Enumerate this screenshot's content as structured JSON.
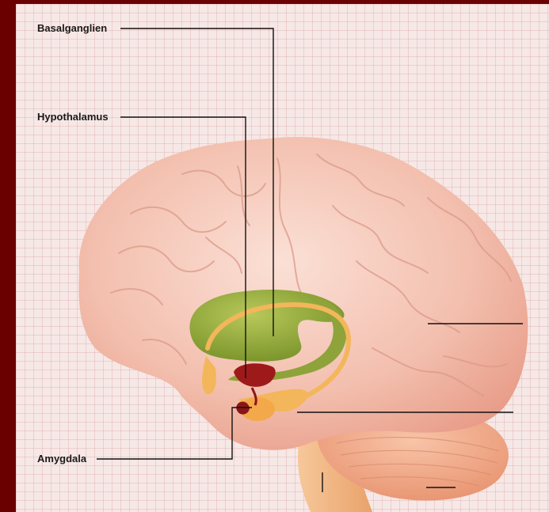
{
  "labels": {
    "basalganglien": "Basalganglien",
    "hypothalamus": "Hypothalamus",
    "amygdala": "Amygdala"
  },
  "colors": {
    "border": "#6b0000",
    "brain": "#f2b9a6",
    "limbic_green": "#8ea33a",
    "limbic_yellow": "#f3b65a",
    "hypothalamus_red": "#9e1a1a",
    "cerebellum": "#f0a98c"
  }
}
